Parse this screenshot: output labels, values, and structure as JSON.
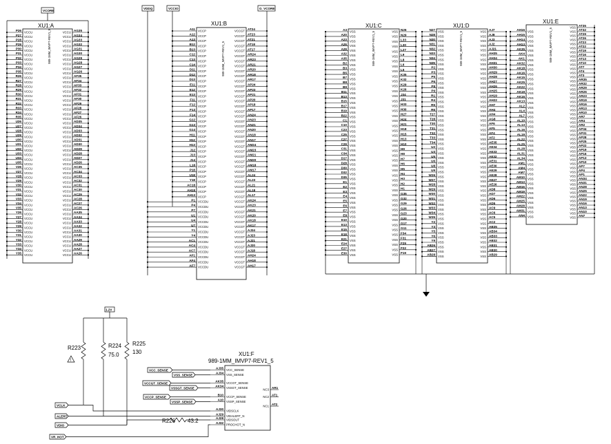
{
  "net_flags": {
    "vcore": "VCORE",
    "vddq": "VDDQ",
    "vccio": "VCCIO",
    "g_vcore": "G_VCORE",
    "v1_2": "1.2V",
    "vcc_sense": "VCC_SENSE",
    "vss_sense": "VSS_SENSE",
    "vccgt_sense": "VCCGT_SENSE",
    "vssgt_sense": "VSSGT_SENSE",
    "vccp_sense": "VCCP_SENSE",
    "vssp_sense": "VSSP_SENSE",
    "vclk": "VCLK",
    "alert": "ALERT",
    "vdio": "VDIO",
    "vr_hot": "VR_HOT"
  },
  "part_name": "989-1MM_IMVP7-REV1_5",
  "units": {
    "a": {
      "title": "XU1:A",
      "left_pins": [
        "P26",
        "P27",
        "P28",
        "P29",
        "P30",
        "P31",
        "P32",
        "P33",
        "P34",
        "P35",
        "R26",
        "R27",
        "R28",
        "R29",
        "R30",
        "R31",
        "R32",
        "R33",
        "R34",
        "R35",
        "U26",
        "U27",
        "U28",
        "U29",
        "U30",
        "U31",
        "U32",
        "U33",
        "U34",
        "U35",
        "V26",
        "V27",
        "V28",
        "V29",
        "V30",
        "V31",
        "V32",
        "V33",
        "V34",
        "V35",
        "Y26",
        "Y27",
        "Y28",
        "Y29",
        "Y30",
        "Y31",
        "Y32",
        "Y33",
        "Y34",
        "Y35"
      ],
      "right_pins": [
        "AG35",
        "AG34",
        "AG33",
        "AG32",
        "AG31",
        "AG30",
        "AG29",
        "AG28",
        "AG27",
        "AG26",
        "AF35",
        "AF34",
        "AF33",
        "AF32",
        "AF31",
        "AF30",
        "AF29",
        "AF28",
        "AF27",
        "AF26",
        "AD35",
        "AD34",
        "AD33",
        "AD32",
        "AD31",
        "AD30",
        "AD29",
        "AD28",
        "AD27",
        "AD26",
        "AC35",
        "AC34",
        "AC33",
        "AC32",
        "AC31",
        "AC30",
        "AC29",
        "AC28",
        "AC27",
        "AC26",
        "AA35",
        "AA34",
        "AA33",
        "AA32",
        "AA31",
        "AA30",
        "AA29",
        "AA28",
        "AA27",
        "AA26"
      ],
      "pin_name": "VCCU"
    },
    "b": {
      "title": "XU1:B",
      "left_pins": [
        "A11",
        "A12",
        "A13",
        "B12",
        "B13",
        "C12",
        "C13",
        "C14",
        "D11",
        "D12",
        "D13",
        "E11",
        "E12",
        "E13",
        "F11",
        "F12",
        "F13",
        "F14",
        "G12",
        "G13",
        "G14",
        "H11",
        "H12",
        "H13",
        "J12",
        "J13",
        "J14",
        "L18",
        "P18",
        "U18",
        "Y18",
        "AC18",
        "AH18",
        "AH13",
        "P1",
        "P4",
        "P7",
        "U1",
        "U4",
        "U7",
        "Y1",
        "Y4",
        "AC1",
        "AC4",
        "AC7",
        "AF1",
        "AF4",
        "AF7"
      ],
      "right_pins": [
        "AT24",
        "AT23",
        "AT21",
        "AT18",
        "AT17",
        "AR24",
        "AR23",
        "AR21",
        "AR20",
        "AR18",
        "AR17",
        "AP24",
        "AP23",
        "AP21",
        "AP20",
        "AP18",
        "AP17",
        "AN24",
        "AN23",
        "AN21",
        "AN20",
        "AN18",
        "AN17",
        "AM24",
        "AM23",
        "AM21",
        "AM20",
        "AM18",
        "AM17",
        "AL24",
        "AL23",
        "AL21",
        "AL18",
        "AL17",
        "AK24",
        "AK23",
        "AK21",
        "AK20",
        "AK18",
        "AK17",
        "AJ24",
        "AJ23",
        "AJ21",
        "AJ20",
        "AJ18",
        "AH24",
        "AH18",
        "AH17"
      ],
      "left_names": [
        "VCCP",
        "VCCP",
        "VCCP",
        "VCCP",
        "VCCP",
        "VCCP",
        "VCCP",
        "VCCP",
        "VCCP",
        "VCCP",
        "VCCP",
        "VCCP",
        "VCCP",
        "VCCP",
        "VCCP",
        "VCCP",
        "VCCP",
        "VCCP",
        "VCCP",
        "VCCP",
        "VCCP",
        "VCCP",
        "VCCP",
        "VCCP",
        "VCCP",
        "VCCP",
        "VCCP",
        "VCCP",
        "VCCP",
        "VCCP",
        "VCCP",
        "VCCP",
        "VCCP",
        "VCCP",
        "VCCDU",
        "VCCDU",
        "VCCDU",
        "VCCDU",
        "VCCDU",
        "VCCDU",
        "VCCDU",
        "VCCDU",
        "VCCDU",
        "VCCDU",
        "VCCDU",
        "VCCDU",
        "VCCDU",
        "VCCDU"
      ],
      "right_name": "VCCGT"
    },
    "c": {
      "title": "XU1:C",
      "left_pins": [
        "A3",
        "A20",
        "A23",
        "A26",
        "A29",
        "A32",
        "A35",
        "B2",
        "B3",
        "B5",
        "B7",
        "B8",
        "B9",
        "B11",
        "B13",
        "B15",
        "B17",
        "B19",
        "B22",
        "C1",
        "C10",
        "C23",
        "C25",
        "C27",
        "C29",
        "C31",
        "C34",
        "D17",
        "D28",
        "D30",
        "D32",
        "D35",
        "E1",
        "E2",
        "E3",
        "E4",
        "E5",
        "E6",
        "E7",
        "E8",
        "E10",
        "E13",
        "E15",
        "E18",
        "E21",
        "E24",
        "E27",
        "E30"
      ],
      "right_pins": [
        "N26",
        "N29",
        "L33",
        "L30",
        "L27",
        "L9",
        "L8",
        "L6",
        "L5",
        "K35",
        "K32",
        "K29",
        "K26",
        "J34",
        "J31",
        "H33",
        "H30",
        "H27",
        "H24",
        "H21",
        "H18",
        "H15",
        "H13",
        "H10",
        "H9",
        "H8",
        "H7",
        "H6",
        "H5",
        "H4",
        "H3",
        "H2",
        "H1",
        "G35",
        "G32",
        "G29",
        "G26",
        "G23",
        "G20",
        "G17",
        "G11",
        "F34",
        "F31",
        "F29",
        "F22",
        "F19"
      ],
      "pin_name": "VSS"
    },
    "d": {
      "title": "XU1:D",
      "left_pins": [
        "N27",
        "N28",
        "N30",
        "N31",
        "N32",
        "N33",
        "N34",
        "N35",
        "P2",
        "P3",
        "P5",
        "P6",
        "P8",
        "P9",
        "R1",
        "R4",
        "R5",
        "R6",
        "T27",
        "T28",
        "T30",
        "T31",
        "T32",
        "T33",
        "T34",
        "U2",
        "U3",
        "U5",
        "U6",
        "U8",
        "U9",
        "W26",
        "W27",
        "W28",
        "W29",
        "W30",
        "W31",
        "W32",
        "W33",
        "W34",
        "W35",
        "Y2",
        "Y3",
        "Y5",
        "Y6",
        "Y9",
        "AB26",
        "AB27",
        "AB28"
      ],
      "right_pins": [
        "AJ7",
        "AJ8",
        "AJ3",
        "AJ2",
        "AJ21",
        "AH35",
        "AH34",
        "AH31",
        "AH30",
        "AH29",
        "AH28",
        "AH27",
        "AH26",
        "AH25",
        "AH19",
        "AH22",
        "AH7",
        "AH4",
        "AH4",
        "AG8",
        "AF6",
        "AF5",
        "AF4",
        "AF2",
        "AE35",
        "AE34",
        "AE33",
        "AE32",
        "AE31",
        "AE30",
        "AE29",
        "AE28",
        "AE27",
        "AE26",
        "AD8",
        "AD7",
        "AD6",
        "AD5",
        "AC9",
        "AC6",
        "AC5",
        "AC2",
        "AB35",
        "AB34",
        "AB33",
        "AB32",
        "AB31",
        "AB30",
        "AB29"
      ],
      "pin_name": "VSS"
    },
    "e": {
      "title": "XU1:E",
      "left_pins": [
        "AH16",
        "AH15",
        "AH14",
        "AH13",
        "AK35",
        "AK4",
        "AK1",
        "AK32",
        "AK18",
        "AK16",
        "AK15",
        "AK25",
        "AK22",
        "AK19",
        "AK16",
        "AK13",
        "AL2",
        "AL4",
        "AL7",
        "AL10",
        "AL13",
        "AL16",
        "AL19",
        "AL22",
        "AL25",
        "AL28",
        "AL31",
        "AL34",
        "AM1",
        "AM4",
        "AM7",
        "AM10",
        "AM13",
        "AM16",
        "AM19",
        "AM22",
        "AM25",
        "AM28",
        "AM31",
        "AN4"
      ],
      "right_pins": [
        "AT35",
        "AT32",
        "AT29",
        "AT26",
        "AT23",
        "AT22",
        "AT19",
        "AT16",
        "AT13",
        "AT10",
        "AT7",
        "AT4",
        "AT3",
        "AR35",
        "AR32",
        "AR29",
        "AR26",
        "AR23",
        "AR19",
        "AR16",
        "AR13",
        "AR10",
        "AR7",
        "AR4",
        "AR2",
        "AP34",
        "AP31",
        "AP28",
        "AP25",
        "AP22",
        "AP19",
        "AP16",
        "AP13",
        "AP10",
        "AP7",
        "AP4",
        "AP1",
        "AN34",
        "AN31",
        "AN28",
        "AN25",
        "AN22",
        "AN19",
        "AN16",
        "AN13",
        "AN10",
        "AN7"
      ],
      "pin_name": "VSS"
    },
    "f": {
      "title": "XU1:F",
      "left_pins": [
        "AJ35",
        "AJ34",
        "AK35",
        "AK34",
        "B10",
        "A10",
        "AJ30",
        "AJ29",
        "AJ28",
        "AJ32"
      ],
      "left_names": [
        "VCC_SENSE",
        "VSS_SENSE",
        "VCCGT_SENSE",
        "VSSGT_SENSE",
        "VCCP_SENSE",
        "VSSP_SENSE",
        "VIDSCLK",
        "VIDALERT_N",
        "VIDSOUT",
        "PROCHOT_N"
      ],
      "right_pins": [
        "AR1",
        "AT1",
        "AT2"
      ],
      "right_names": [
        "NC3",
        "NC2",
        "NC1"
      ]
    }
  },
  "resistors": [
    {
      "ref": "R223",
      "value": ""
    },
    {
      "ref": "R224",
      "value": "75.0"
    },
    {
      "ref": "R225",
      "value": "130"
    },
    {
      "ref": "R226",
      "value": "43.2"
    }
  ]
}
